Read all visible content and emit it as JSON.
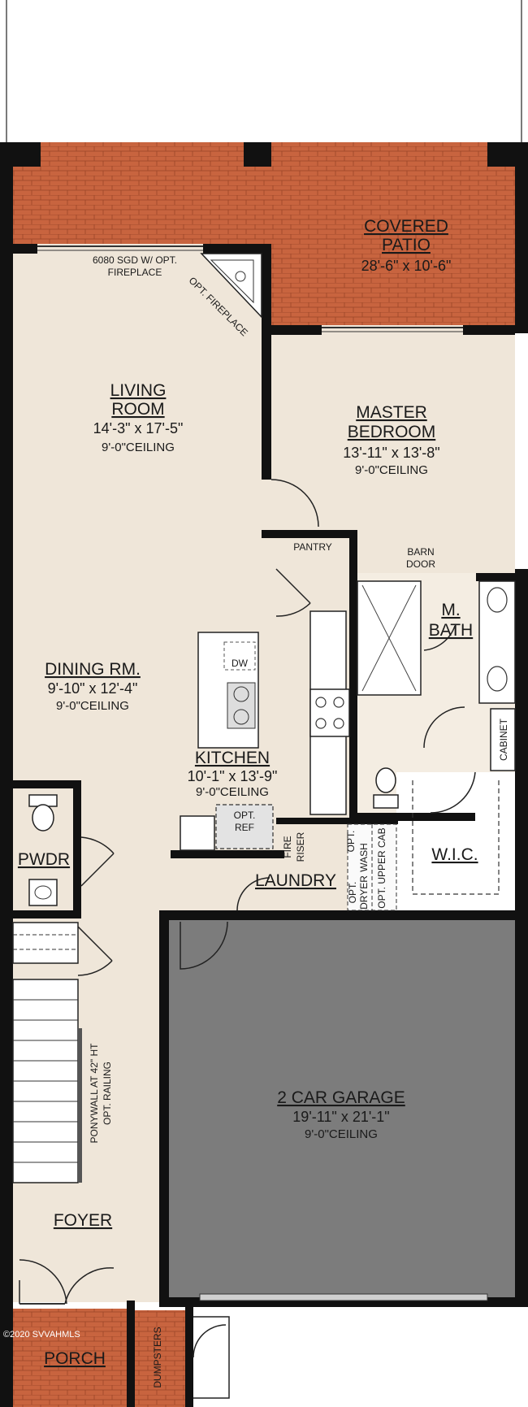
{
  "colors": {
    "floor": "#efe6d9",
    "brick": "#c8643f",
    "garage": "#7c7c7c",
    "wall": "#111111"
  },
  "rooms": {
    "covered_patio": {
      "name1": "COVERED",
      "name2": "PATIO",
      "dims": "28'-6\" x 10'-6\""
    },
    "living_room": {
      "name1": "LIVING",
      "name2": "ROOM",
      "dims": "14'-3\" x 17'-5\"",
      "ceiling": "9'-0\"CEILING"
    },
    "master_bedroom": {
      "name1": "MASTER",
      "name2": "BEDROOM",
      "dims": "13'-11\" x 13'-8\"",
      "ceiling": "9'-0\"CEILING"
    },
    "dining_room": {
      "name": "DINING RM.",
      "dims": "9'-10\" x 12'-4\"",
      "ceiling": "9'-0\"CEILING"
    },
    "kitchen": {
      "name": "KITCHEN",
      "dims": "10'-1\" x 13'-9\"",
      "ceiling": "9'-0\"CEILING"
    },
    "m_bath": {
      "name1": "M.",
      "name2": "BATH"
    },
    "wic": {
      "name": "W.I.C."
    },
    "pwdr": {
      "name": "PWDR"
    },
    "laundry": {
      "name": "LAUNDRY"
    },
    "garage": {
      "name": "2 CAR GARAGE",
      "dims": "19'-11\" x 21'-1\"",
      "ceiling": "9'-0\"CEILING"
    },
    "foyer": {
      "name": "FOYER"
    },
    "porch": {
      "name": "PORCH"
    }
  },
  "labels": {
    "sgd_line1": "6080 SGD W/ OPT.",
    "sgd_line2": "FIREPLACE",
    "opt_fireplace": "OPT. FIREPLACE",
    "pantry": "PANTRY",
    "barn_door1": "BARN",
    "barn_door2": "DOOR",
    "dw": "DW",
    "opt_ref1": "OPT.",
    "opt_ref2": "REF",
    "fire_riser1": "FIRE",
    "fire_riser2": "RISER",
    "opt_dryer1": "OPT.",
    "opt_dryer2": "DRYER",
    "opt_wash1": "OPT.",
    "opt_wash2": "WASH",
    "opt_upper_cab": "OPT. UPPER CAB",
    "cabinet": "CABINET",
    "ponywall1": "PONYWALL AT 42\" HT",
    "ponywall2": "OPT. RAILING",
    "dumpsters": "DUMPSTERS",
    "copyright": "©2020 SVVAHMLS"
  }
}
